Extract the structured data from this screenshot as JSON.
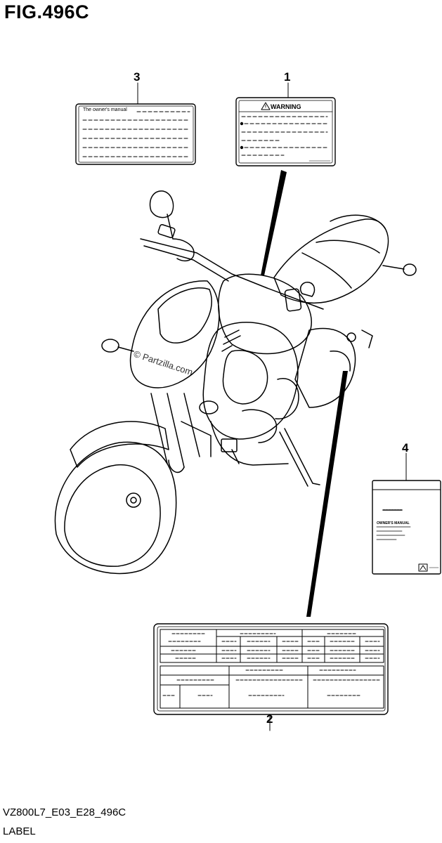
{
  "figure": {
    "title": "FIG.496C",
    "diagram_code": "VZ800L7_E03_E28_496C",
    "section_label": "LABEL",
    "watermark": "© Partzilla.com"
  },
  "callouts": [
    {
      "number": "1"
    },
    {
      "number": "2"
    },
    {
      "number": "3"
    },
    {
      "number": "4"
    }
  ],
  "labels": {
    "warning_label": {
      "heading": "WARNING"
    },
    "manual_label": {
      "text": "The owner's manual"
    },
    "manual_booklet": {
      "text": "OWNER'S MANUAL"
    }
  },
  "colors": {
    "line": "#000000",
    "background": "#ffffff"
  }
}
